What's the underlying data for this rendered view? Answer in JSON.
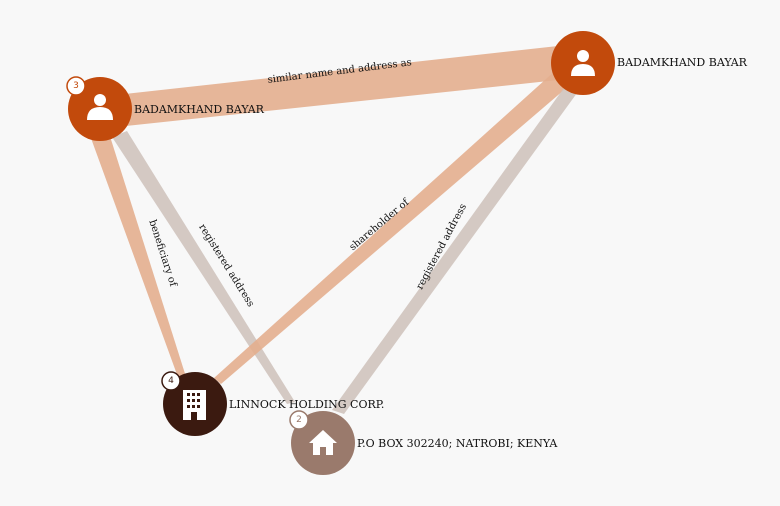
{
  "colors": {
    "background": "#f8f8f8",
    "person": "#c24a0c",
    "company": "#3b1a10",
    "address": "#9a7a6c",
    "edge_relation": "#e3ae8e",
    "edge_address": "#cfc3bd"
  },
  "nodes": {
    "person_a": {
      "label": "BADAMKHAND BAYAR",
      "badge": "3",
      "icon": "person-icon"
    },
    "person_b": {
      "label": "BADAMKHAND BAYAR",
      "icon": "person-icon"
    },
    "company": {
      "label": "LINNOCK HOLDING CORP.",
      "badge": "4",
      "icon": "building-icon"
    },
    "address": {
      "label": "P.O BOX 302240; NATROBI; KENYA",
      "badge": "2",
      "icon": "home-icon"
    }
  },
  "edges": {
    "similar": {
      "label": "similar name and address as"
    },
    "beneficiary": {
      "label": "beneficiary of"
    },
    "registered_a": {
      "label": "registered address"
    },
    "shareholder": {
      "label": "shareholder of"
    },
    "registered_b": {
      "label": "registered address"
    }
  }
}
